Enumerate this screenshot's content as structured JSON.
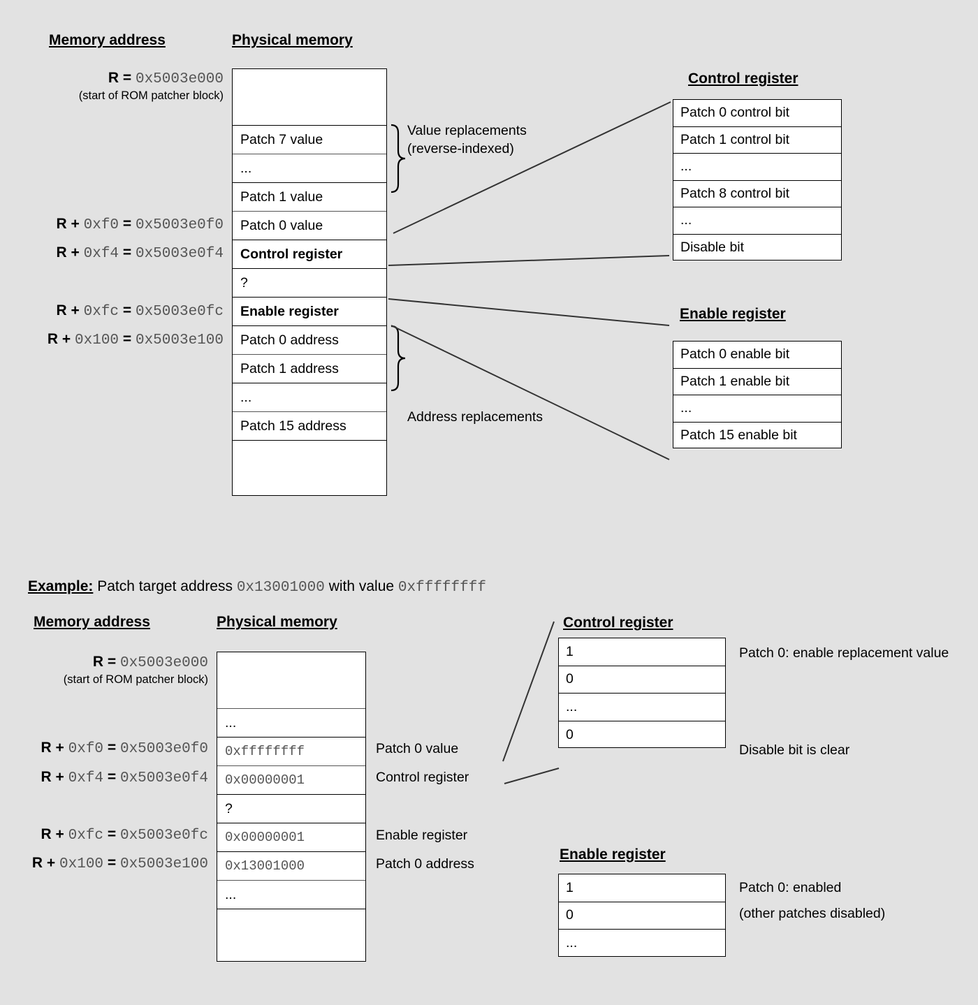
{
  "top_section": {
    "col_headers": {
      "memory_address": "Memory address",
      "physical_memory": "Physical memory"
    },
    "addresses": [
      {
        "prefix": "R",
        "op": " = ",
        "offset": "",
        "value": "0x5003e000",
        "sub": "(start of ROM patcher block)"
      },
      {
        "prefix": "R",
        "op": " + ",
        "offset": "0xf0",
        "eq": " = ",
        "value": "0x5003e0f0"
      },
      {
        "prefix": "R",
        "op": " + ",
        "offset": "0xf4",
        "eq": " = ",
        "value": "0x5003e0f4"
      },
      {
        "prefix": "R",
        "op": " + ",
        "offset": "0xfc",
        "eq": " = ",
        "value": "0x5003e0fc"
      },
      {
        "prefix": "R",
        "op": " + ",
        "offset": "0x100",
        "eq": " = ",
        "value": "0x5003e100"
      }
    ],
    "memory_rows": [
      {
        "label": "",
        "bold": false
      },
      {
        "label": "Patch 7 value",
        "bold": false
      },
      {
        "label": "...",
        "bold": false
      },
      {
        "label": "Patch 1 value",
        "bold": false
      },
      {
        "label": "Patch 0 value",
        "bold": false
      },
      {
        "label": "Control register",
        "bold": true
      },
      {
        "label": "?",
        "bold": false
      },
      {
        "label": "Enable register",
        "bold": true
      },
      {
        "label": "Patch 0 address",
        "bold": false
      },
      {
        "label": "Patch 1 address",
        "bold": false
      },
      {
        "label": "...",
        "bold": false
      },
      {
        "label": "Patch 15 address",
        "bold": false
      },
      {
        "label": "",
        "bold": false
      }
    ],
    "brace_labels": {
      "value_replacements_line1": "Value replacements",
      "value_replacements_line2": "(reverse-indexed)",
      "address_replacements": "Address replacements"
    },
    "control_register": {
      "title": "Control register",
      "rows": [
        "Patch 0 control bit",
        "Patch 1 control bit",
        "...",
        "Patch 8 control bit",
        "...",
        "Disable bit"
      ]
    },
    "enable_register": {
      "title": "Enable register",
      "rows": [
        "Patch 0 enable bit",
        "Patch 1 enable bit",
        "...",
        "Patch 15 enable bit"
      ]
    }
  },
  "example_section": {
    "heading_label": "Example:",
    "heading_text_1": " Patch target address ",
    "heading_addr": "0x13001000",
    "heading_text_2": " with value ",
    "heading_value": "0xffffffff",
    "col_headers": {
      "memory_address": "Memory address",
      "physical_memory": "Physical memory"
    },
    "addresses": [
      {
        "prefix": "R",
        "op": " = ",
        "value": "0x5003e000",
        "sub": "(start of ROM patcher block)"
      },
      {
        "prefix": "R",
        "op": " + ",
        "offset": "0xf0",
        "eq": " = ",
        "value": "0x5003e0f0"
      },
      {
        "prefix": "R",
        "op": " + ",
        "offset": "0xf4",
        "eq": " = ",
        "value": "0x5003e0f4"
      },
      {
        "prefix": "R",
        "op": " + ",
        "offset": "0xfc",
        "eq": " = ",
        "value": "0x5003e0fc"
      },
      {
        "prefix": "R",
        "op": " + ",
        "offset": "0x100",
        "eq": " = ",
        "value": "0x5003e100"
      }
    ],
    "memory_rows": [
      {
        "value": "",
        "note": ""
      },
      {
        "value": "...",
        "note": ""
      },
      {
        "value": "0xffffffff",
        "note": "Patch 0 value"
      },
      {
        "value": "0x00000001",
        "note": "Control register"
      },
      {
        "value": "?",
        "note": ""
      },
      {
        "value": "0x00000001",
        "note": "Enable register"
      },
      {
        "value": "0x13001000",
        "note": "Patch 0 address"
      },
      {
        "value": "...",
        "note": ""
      },
      {
        "value": "",
        "note": ""
      }
    ],
    "control_register": {
      "title": "Control register",
      "rows": [
        "1",
        "0",
        "...",
        "0"
      ],
      "annotations": [
        {
          "row": 0,
          "text": "Patch 0: enable replacement value"
        },
        {
          "row": 3,
          "text": "Disable bit is clear"
        }
      ]
    },
    "enable_register": {
      "title": "Enable register",
      "rows": [
        "1",
        "0",
        "..."
      ],
      "annotations": [
        {
          "row": 0,
          "text": "Patch 0: enabled"
        },
        {
          "row": 1,
          "text": "(other patches disabled)"
        }
      ]
    }
  },
  "colors": {
    "background": "#e2e2e2",
    "box_fill": "#ffffff",
    "stroke": "#000000",
    "mono_text": "#555555"
  }
}
